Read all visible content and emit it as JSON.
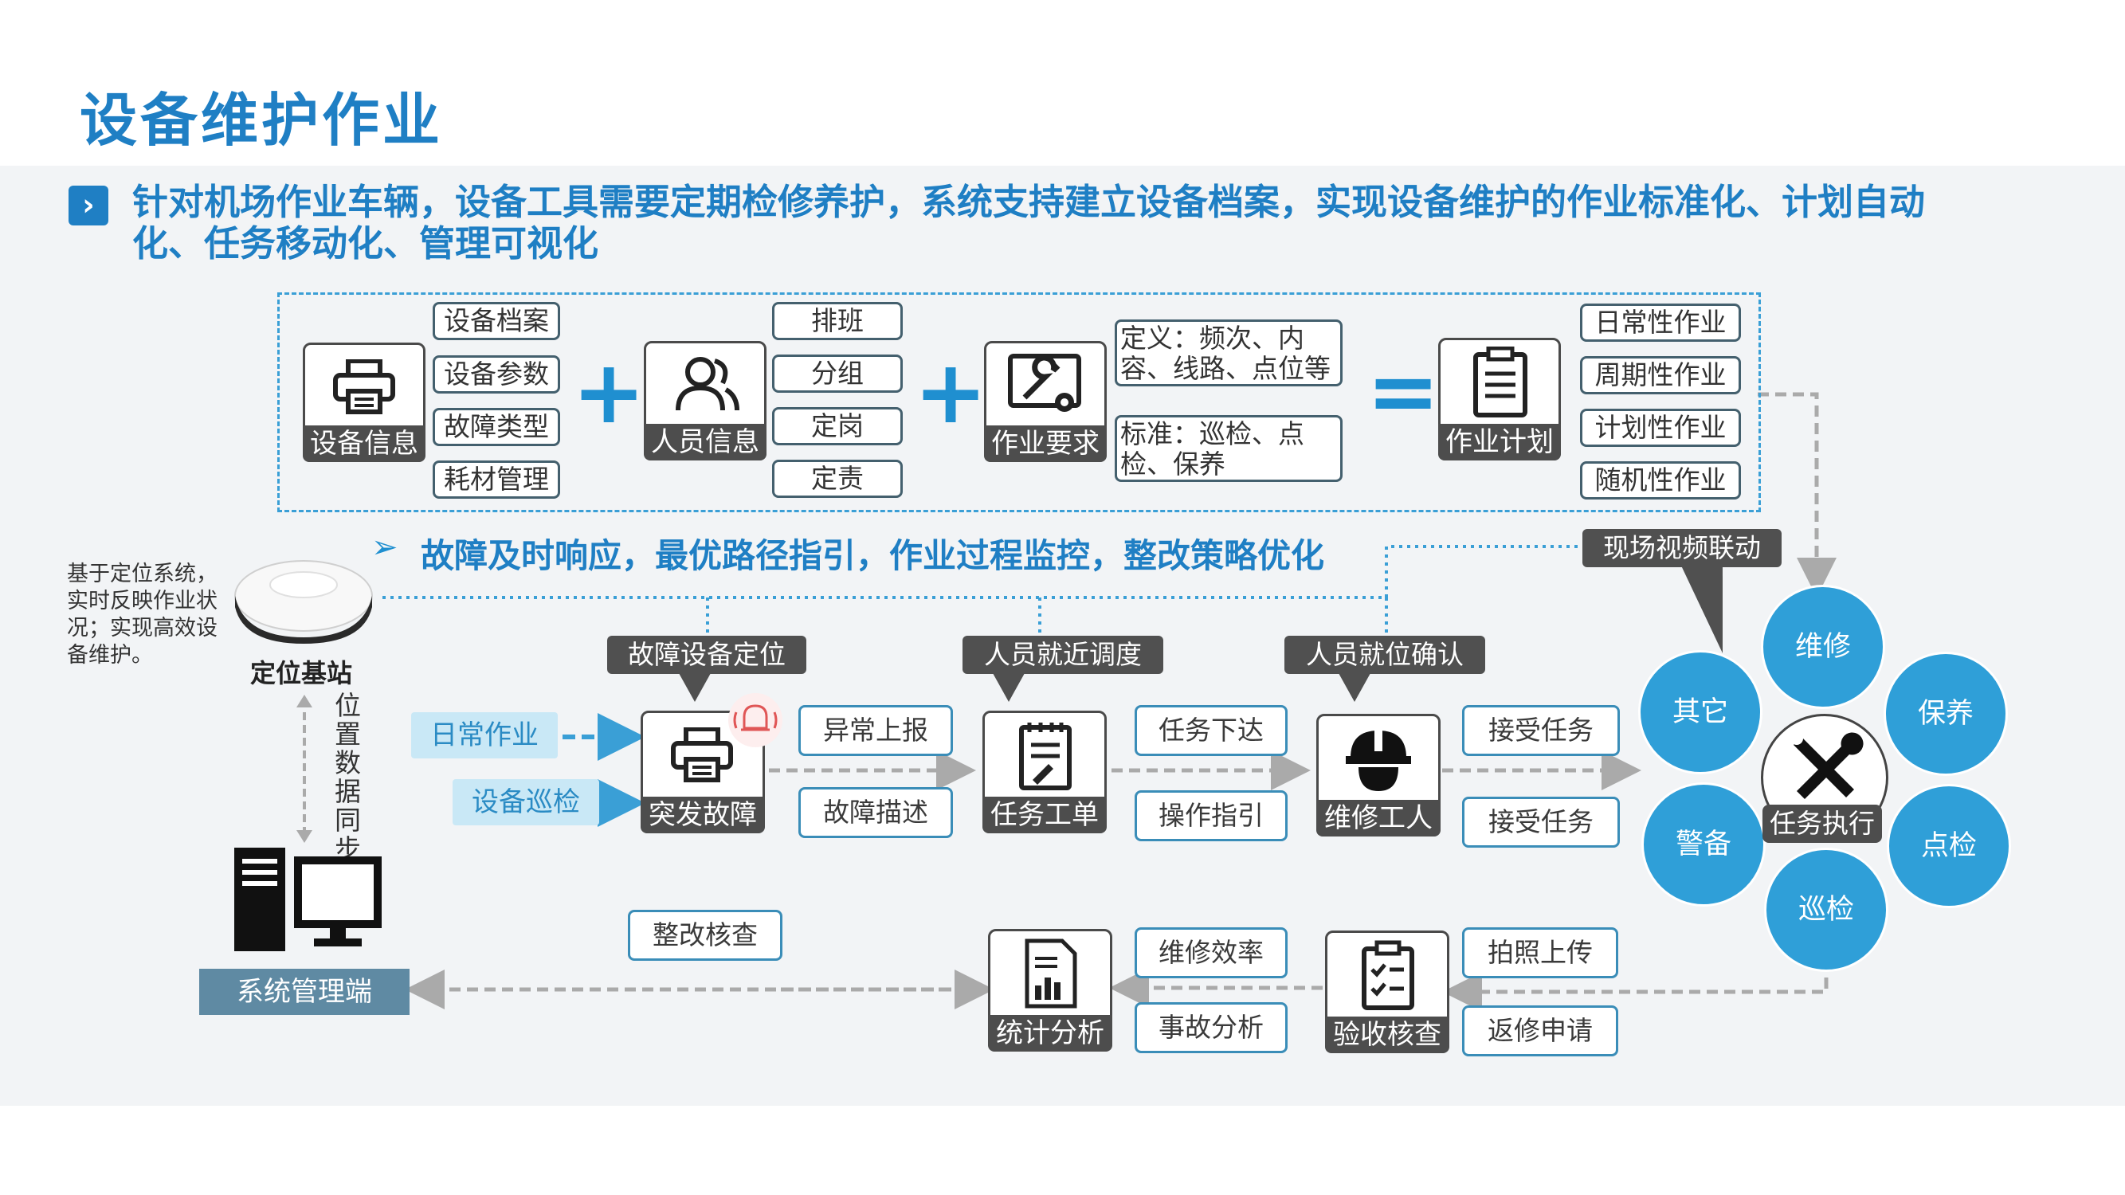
{
  "title": "设备维护作业",
  "headline": "针对机场作业车辆，设备工具需要定期检修养护，系统支持建立设备档案，实现设备维护的作业标准化、计划自动化、任务移动化、管理可视化",
  "bullet_glyph": "›",
  "top": {
    "device": {
      "label": "设备信息",
      "tags": [
        "设备档案",
        "设备参数",
        "故障类型",
        "耗材管理"
      ]
    },
    "person": {
      "label": "人员信息",
      "tags": [
        "排班",
        "分组",
        "定岗",
        "定责"
      ]
    },
    "req": {
      "label": "作业要求",
      "tags": [
        "定义：频次、内容、线路、点位等",
        "标准：巡检、点检、保养"
      ]
    },
    "plan": {
      "label": "作业计划",
      "tags": [
        "日常性作业",
        "周期性作业",
        "计划性作业",
        "随机性作业"
      ]
    },
    "plus": "+",
    "equals": "="
  },
  "subheadline": "故障及时响应，最优路径指引，作业过程监控，整改策略优化",
  "subheadline_marker": "➢",
  "station": {
    "desc": "基于定位系统，实时反映作业状况；实现高效设备维护。",
    "label": "定位基站",
    "sync": "位置数据同步"
  },
  "mgmt_label": "系统管理端",
  "callouts": {
    "fault_locate": "故障设备定位",
    "dispatch": "人员就近调度",
    "confirm": "人员就位确认",
    "video": "现场视频联动"
  },
  "inputs": {
    "daily": "日常作业",
    "patrol": "设备巡检"
  },
  "flow": {
    "fault": {
      "label": "突发故障",
      "tags": [
        "异常上报",
        "故障描述"
      ]
    },
    "order": {
      "label": "任务工单",
      "tags": [
        "任务下达",
        "操作指引"
      ]
    },
    "worker": {
      "label": "维修工人",
      "tags": [
        "接受任务",
        "接受任务"
      ]
    }
  },
  "exec": {
    "center": "任务执行",
    "petals": [
      "维修",
      "保养",
      "点检",
      "巡检",
      "警备",
      "其它"
    ]
  },
  "bottom": {
    "accept": {
      "label": "验收核查",
      "tags": [
        "拍照上传",
        "返修申请"
      ]
    },
    "stats": {
      "label": "统计分析",
      "tags": [
        "维修效率",
        "事故分析"
      ]
    },
    "rectify": "整改核查"
  },
  "colors": {
    "accent": "#1f7fc4",
    "circle": "#2f9fd8",
    "dark": "#4d4d4d",
    "light": "#c9e8f6",
    "mgmt": "#5f8aa3"
  }
}
